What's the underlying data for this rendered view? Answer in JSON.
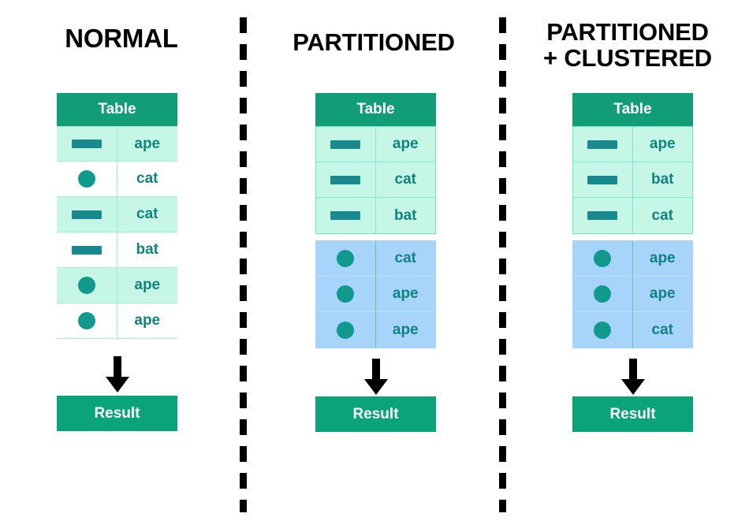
{
  "diagram": {
    "title_glyphs": {
      "dash_icon": "dash-icon",
      "circle_icon": "circle-icon"
    },
    "colors": {
      "header_green": "#109d78",
      "result_green": "#0ba37a",
      "mint_row": "#c6f7e6",
      "white_row": "#ffffff",
      "blue_block": "#a6d4fb",
      "teal_text": "#12827e",
      "teal_glyph": "#18898c",
      "divider_black": "#000000"
    }
  },
  "columns": [
    {
      "title": "NORMAL",
      "title_line2": "",
      "table_header": "Table",
      "blocks": [
        {
          "style": "mint-striped",
          "rows": [
            {
              "icon": "dash-icon",
              "stripe": "alt-mint",
              "label": "ape"
            },
            {
              "icon": "circle-icon",
              "stripe": "alt-white",
              "label": "cat"
            },
            {
              "icon": "dash-icon",
              "stripe": "alt-mint",
              "label": "cat"
            },
            {
              "icon": "dash-icon",
              "stripe": "alt-white",
              "label": "bat"
            },
            {
              "icon": "circle-icon",
              "stripe": "alt-mint",
              "label": "ape"
            },
            {
              "icon": "circle-icon",
              "stripe": "alt-white",
              "label": "ape"
            }
          ]
        }
      ],
      "result": "Result"
    },
    {
      "title": "PARTITIONED",
      "title_line2": "",
      "table_header": "Table",
      "blocks": [
        {
          "style": "mint-solid",
          "rows": [
            {
              "icon": "dash-icon",
              "stripe": "",
              "label": "ape"
            },
            {
              "icon": "dash-icon",
              "stripe": "",
              "label": "cat"
            },
            {
              "icon": "dash-icon",
              "stripe": "",
              "label": "bat"
            }
          ]
        },
        {
          "style": "blue",
          "rows": [
            {
              "icon": "circle-icon",
              "stripe": "",
              "label": "cat"
            },
            {
              "icon": "circle-icon",
              "stripe": "",
              "label": "ape"
            },
            {
              "icon": "circle-icon",
              "stripe": "",
              "label": "ape"
            }
          ]
        }
      ],
      "result": "Result"
    },
    {
      "title": "PARTITIONED",
      "title_line2": "+ CLUSTERED",
      "table_header": "Table",
      "blocks": [
        {
          "style": "mint-solid",
          "rows": [
            {
              "icon": "dash-icon",
              "stripe": "",
              "label": "ape"
            },
            {
              "icon": "dash-icon",
              "stripe": "",
              "label": "bat"
            },
            {
              "icon": "dash-icon",
              "stripe": "",
              "label": "cat"
            }
          ]
        },
        {
          "style": "blue",
          "rows": [
            {
              "icon": "circle-icon",
              "stripe": "",
              "label": "ape"
            },
            {
              "icon": "circle-icon",
              "stripe": "",
              "label": "ape"
            },
            {
              "icon": "circle-icon",
              "stripe": "",
              "label": "cat"
            }
          ]
        }
      ],
      "result": "Result"
    }
  ]
}
